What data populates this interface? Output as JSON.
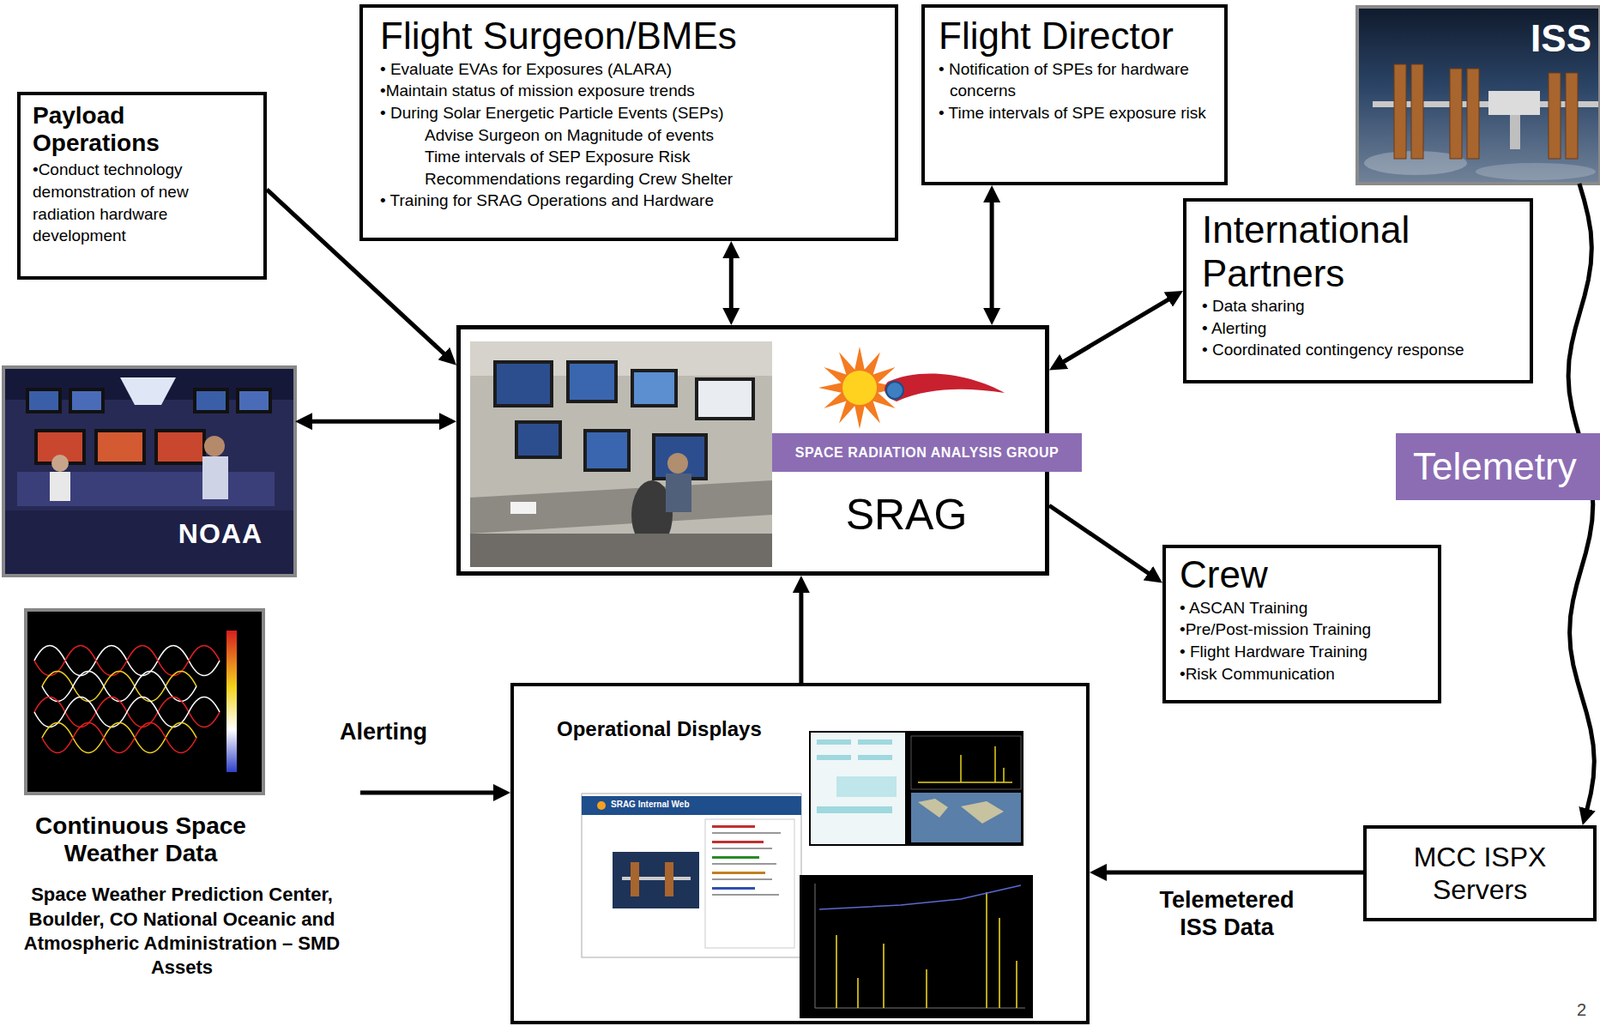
{
  "diagram": {
    "nodes": [
      {
        "text": [
          "Payload Operations",
          "•Conduct technology demonstration of new radiation hardware development"
        ]
      },
      {
        "text": [
          "Flight Surgeon/BMEs",
          "• Evaluate EVAs for Exposures (ALARA)",
          "•Maintain status of mission exposure trends",
          "• During Solar Energetic Particle Events (SEPs)",
          "Advise Surgeon on Magnitude of events",
          "Time intervals of SEP Exposure Risk",
          "Recommendations regarding Crew Shelter",
          "• Training for SRAG Operations and Hardware"
        ]
      },
      {
        "text": [
          "Flight Director",
          "• Notification of SPEs for hardware concerns",
          "• Time intervals of SPE exposure risk"
        ]
      },
      {
        "text": [
          "ISS"
        ]
      },
      {
        "text": [
          "International Partners",
          "• Data sharing",
          "• Alerting",
          "• Coordinated contingency response"
        ]
      },
      {
        "text": [
          "NOAA"
        ]
      },
      {
        "text": [
          "SRAG"
        ]
      },
      {
        "text": [
          "SPACE RADIATION ANALYSIS GROUP"
        ],
        "in": 6
      },
      {
        "text": [
          "Crew",
          "• ASCAN Training",
          "•Pre/Post-mission Training",
          "• Flight Hardware Training",
          "•Risk Communication"
        ]
      },
      {
        "text": [
          "Continuous Space Weather Data",
          "Space Weather Prediction Center, Boulder, CO National Oceanic and Atmospheric Administration – SMD Assets"
        ]
      },
      {
        "text": [
          "Operational Displays"
        ]
      },
      {
        "text": [
          "MCC ISPX Servers"
        ]
      }
    ],
    "edges": [
      {
        "from": 0,
        "to": 6,
        "arrow": "to"
      },
      {
        "from": 1,
        "to": 6,
        "arrow": "both"
      },
      {
        "from": 2,
        "to": 6,
        "arrow": "both"
      },
      {
        "from": 6,
        "to": 4,
        "arrow": "both"
      },
      {
        "from": 5,
        "to": 6,
        "arrow": "both"
      },
      {
        "from": 6,
        "to": 8,
        "arrow": "to"
      },
      {
        "from": 10,
        "to": 6,
        "arrow": "to"
      },
      {
        "from": 9,
        "to": 10,
        "label": "Alerting",
        "arrow": "to"
      },
      {
        "from": 11,
        "to": 10,
        "label": "Telemetered ISS Data",
        "arrow": "to"
      },
      {
        "from": 3,
        "to": 11,
        "label": "Telemetry",
        "arrow": "to"
      }
    ],
    "labels": [
      "SRAG Internal Web",
      "2"
    ]
  }
}
